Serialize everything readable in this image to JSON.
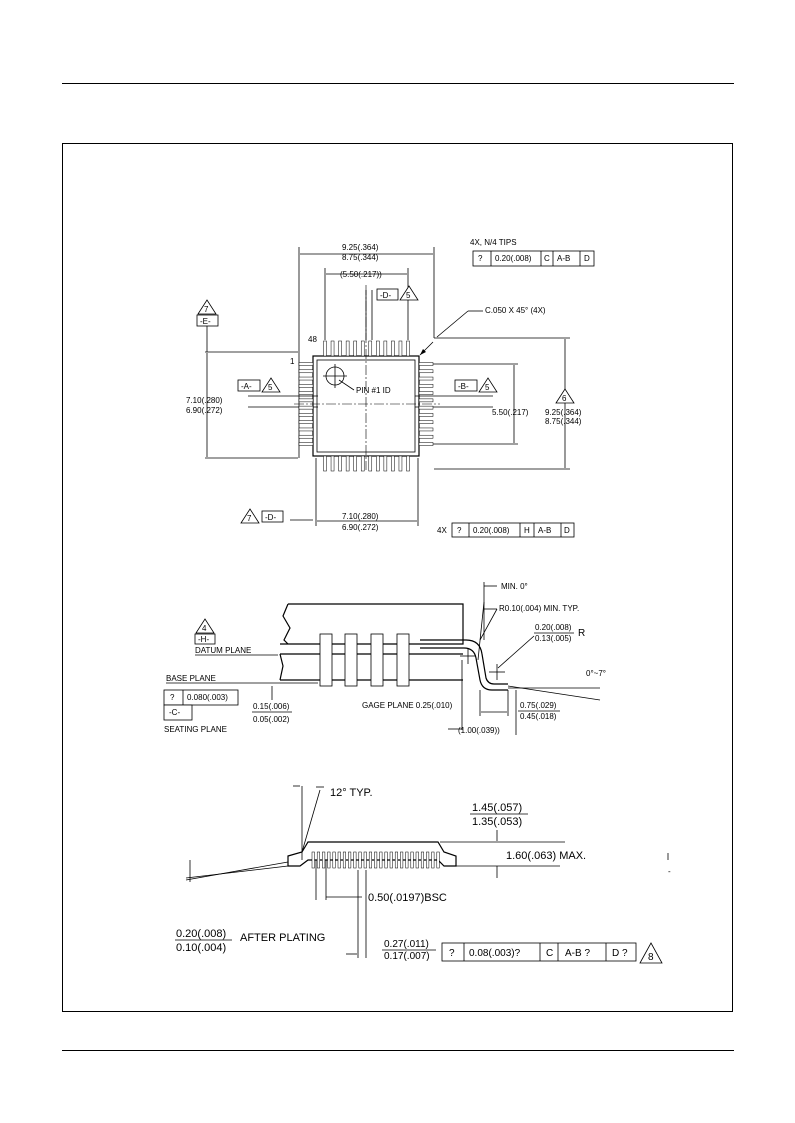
{
  "top_view": {
    "tips_note": "4X, N/4 TIPS",
    "fcf_top": [
      "?",
      "0.20(.008)",
      "C",
      "A-B",
      "D"
    ],
    "dim_body_total": [
      "9.25(.364)",
      "8.75(.344)"
    ],
    "dim_lead_span": "(5.50(.217))",
    "datum_d_top": "-D-",
    "flag_5": "5",
    "flag_7": "7",
    "flag_6": "6",
    "datum_e": "-E-",
    "chamfer_note": "C.050 X 45° (4X)",
    "pin_48": "48",
    "pin_1": "1",
    "pin1_label": "PIN #1 ID",
    "datum_a": "-A-",
    "datum_b": "-B-",
    "dim_left": [
      "7.10(.280)",
      "6.90(.272)"
    ],
    "dim_right_inner": "5.50(.217)",
    "dim_right_outer": [
      "9.25(.364)",
      "8.75(.344)"
    ],
    "datum_d_bottom": "-D-",
    "dim_bottom": [
      "7.10(.280)",
      "6.90(.272)"
    ],
    "fcf_bottom_prefix": "4X",
    "fcf_bottom": [
      "?",
      "0.20(.008)",
      "H",
      "A-B",
      "D"
    ]
  },
  "side_view": {
    "min_angle": "MIN. 0°",
    "radius_note": "R0.10(.004) MIN. TYP.",
    "flag_4": "4",
    "datum_h": "-H-",
    "datum_plane": "DATUM PLANE",
    "r_dim": [
      "0.20(.008)",
      "0.13(.005)"
    ],
    "r_letter": "R",
    "angle": "0°~7°",
    "base_plane": "BASE PLANE",
    "fcf_c": [
      "?",
      "0.080(.003)"
    ],
    "datum_c": "-C-",
    "seating_plane": "SEATING PLANE",
    "standoff": [
      "0.15(.006)",
      "0.05(.002)"
    ],
    "gage_plane": "GAGE PLANE 0.25(.010)",
    "foot_len": [
      "0.75(.029)",
      "0.45(.018)"
    ],
    "foot_total": "(1.00(.039))"
  },
  "front_view": {
    "angle_note": "12° TYP.",
    "body_height": [
      "1.45(.057)",
      "1.35(.053)"
    ],
    "max_height": "1.60(.063) MAX.",
    "pitch": "0.50(.0197)BSC",
    "lead_thick": [
      "0.20(.008)",
      "0.10(.004)"
    ],
    "after_plating": "AFTER PLATING",
    "lead_width": [
      "0.27(.011)",
      "0.17(.007)"
    ],
    "fcf": [
      "?",
      "0.08(.003)?",
      "C",
      "A-B ?",
      "D ?"
    ],
    "flag_8": "8",
    "dash": "-"
  }
}
